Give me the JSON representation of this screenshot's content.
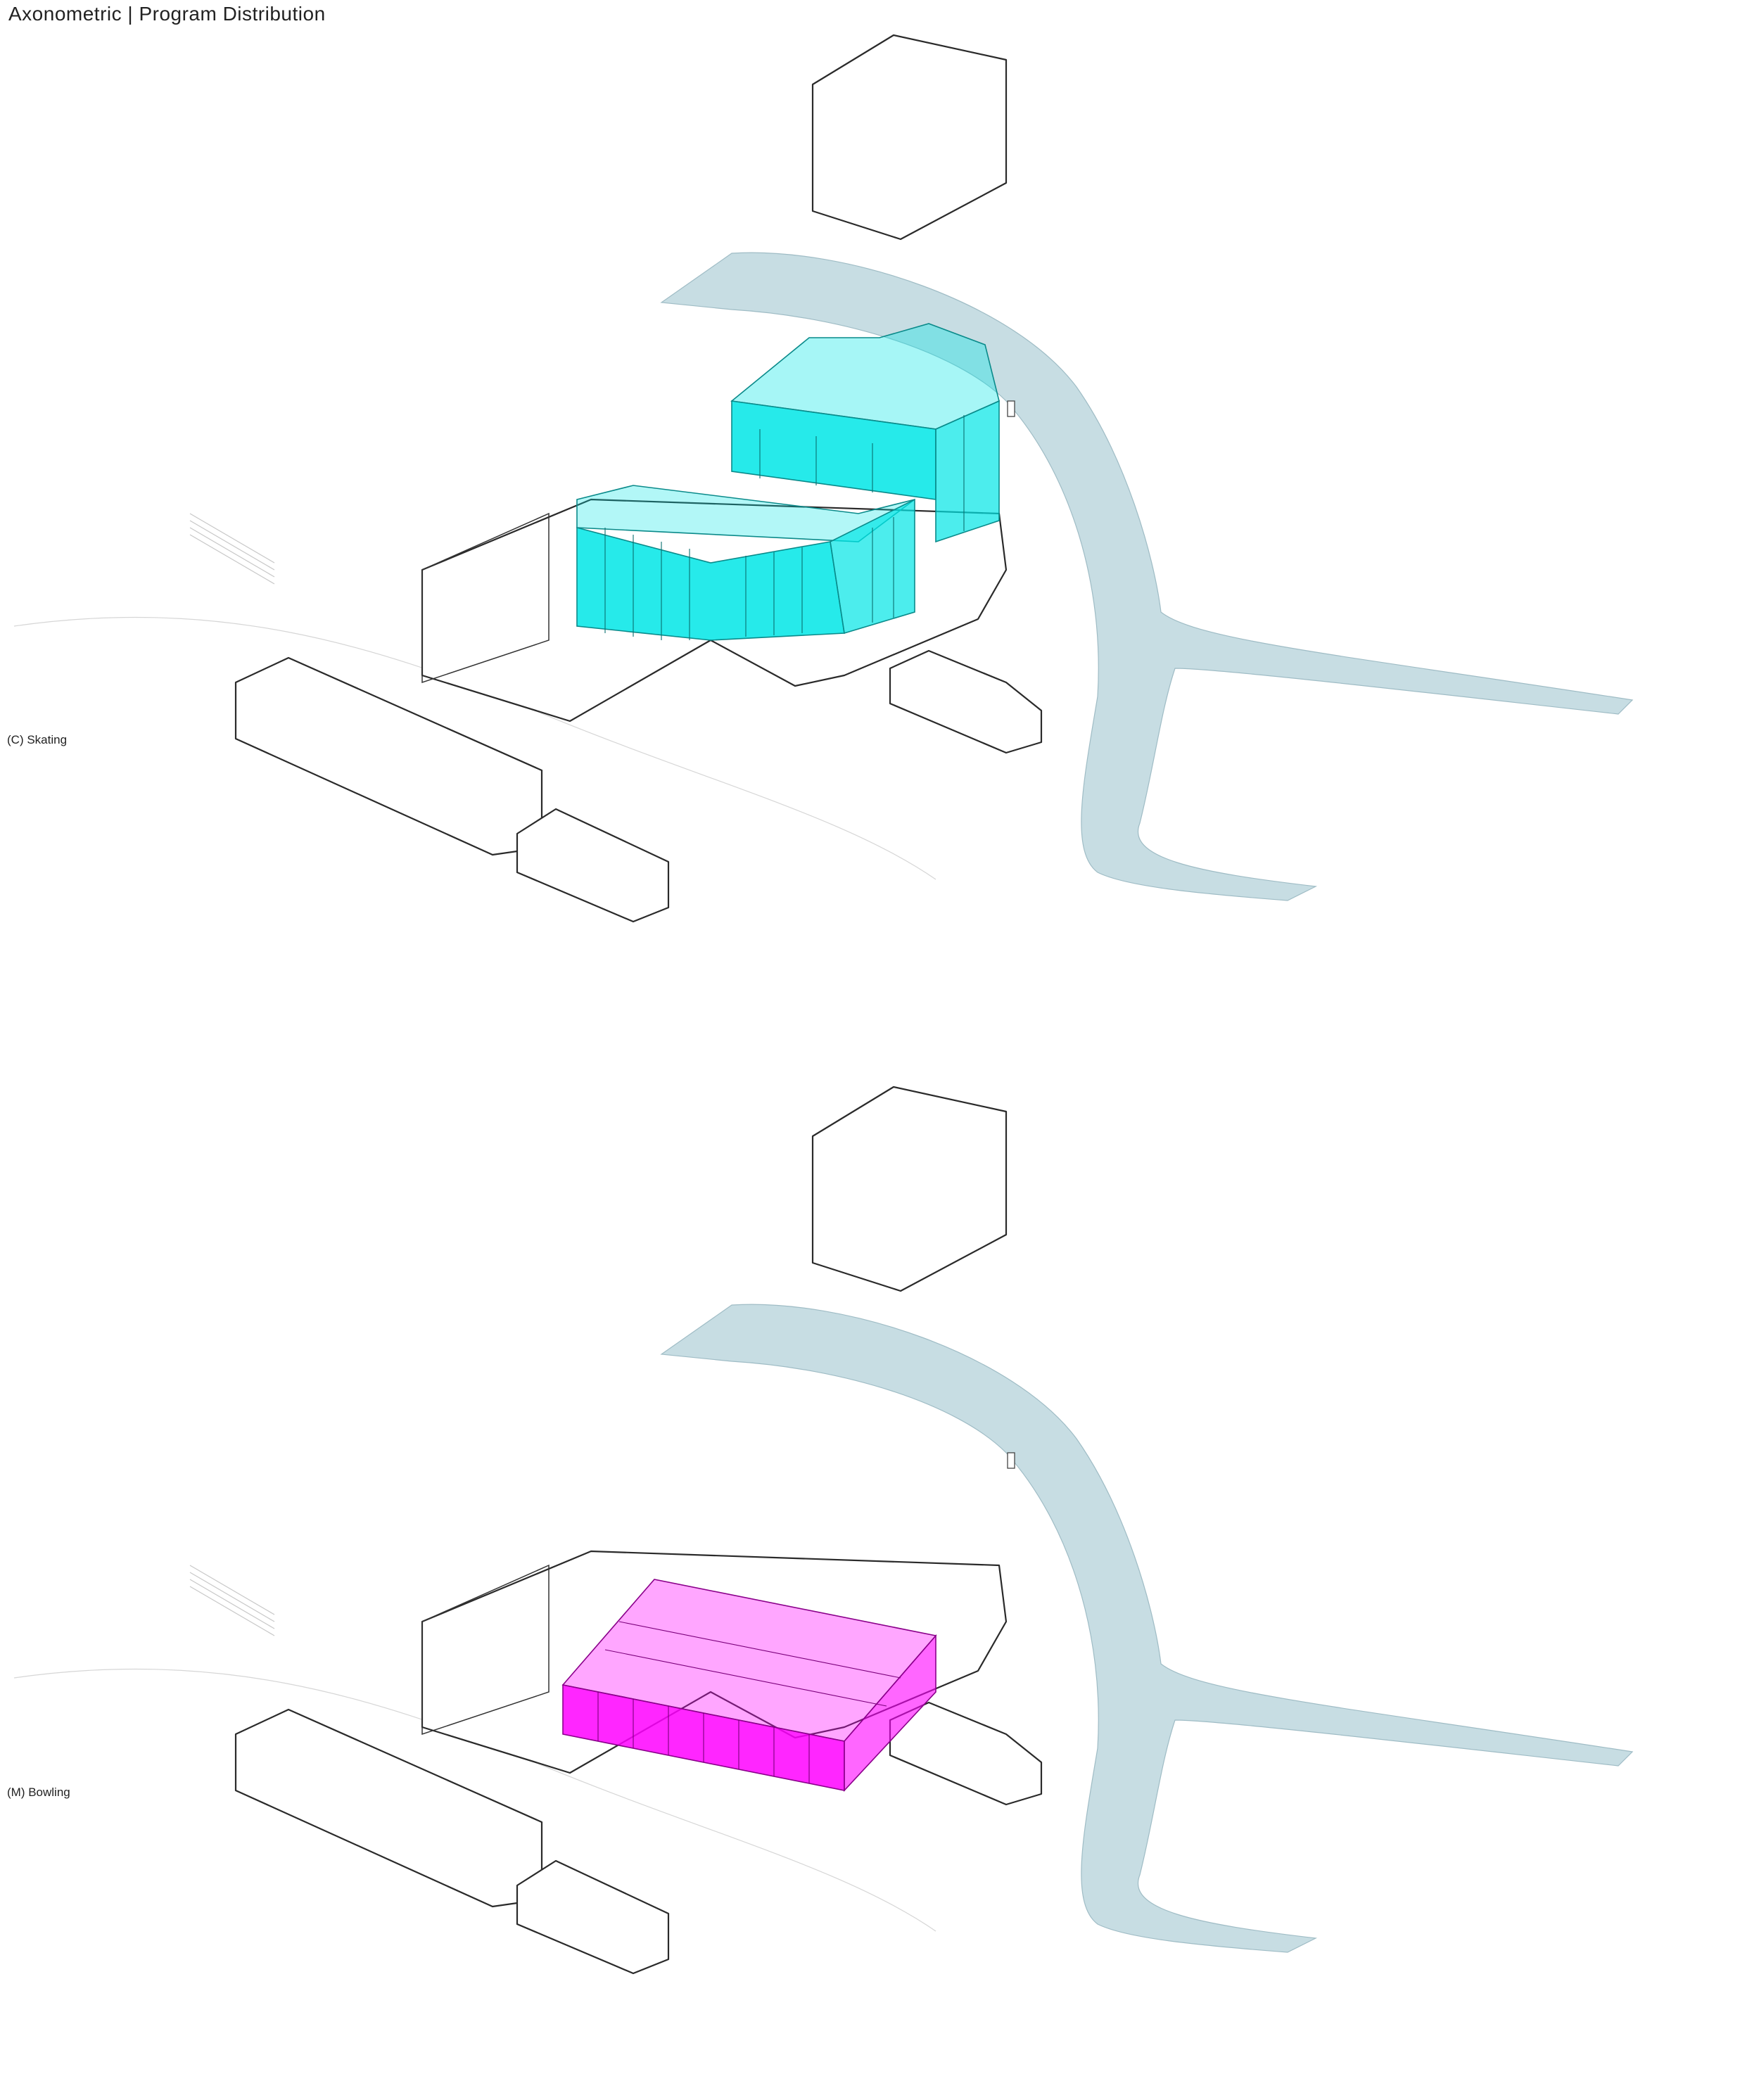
{
  "title": "Axonometric | Program Distribution",
  "panels": [
    {
      "label": "(C) Skating",
      "program": "skating",
      "highlight_color": "#00e6e6"
    },
    {
      "label": "(M) Bowling",
      "program": "bowling",
      "highlight_color": "#ff00ff"
    }
  ],
  "colors": {
    "water": "#c7dde3",
    "line": "#2a2a2a",
    "contour": "#bdbdbd"
  }
}
